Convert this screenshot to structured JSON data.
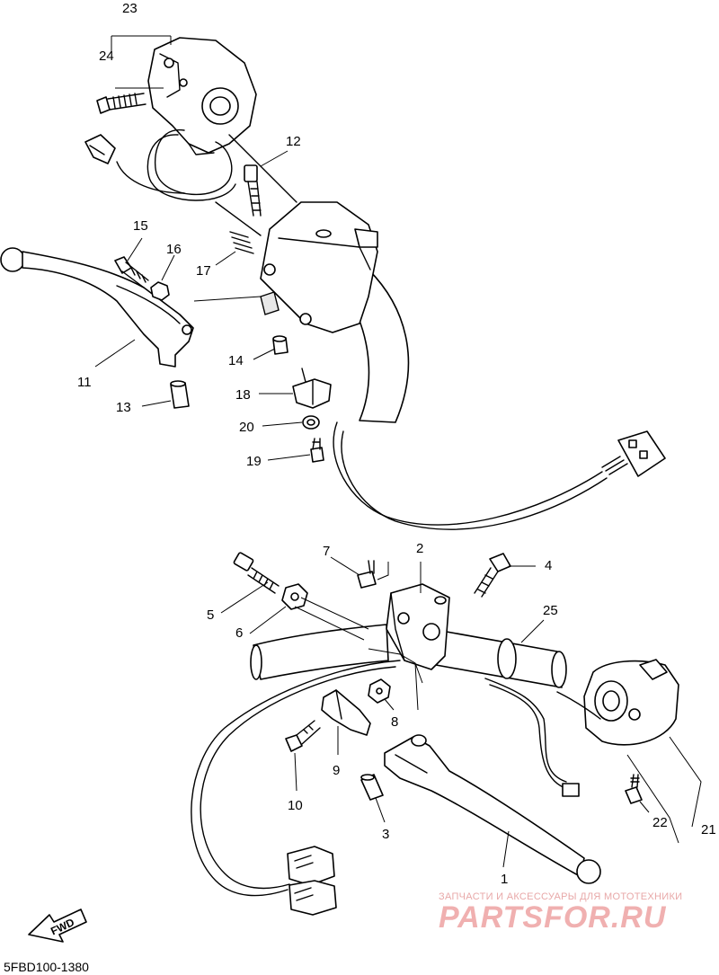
{
  "callouts": {
    "c1": "1",
    "c2": "2",
    "c3": "3",
    "c4": "4",
    "c5": "5",
    "c6": "6",
    "c7": "7",
    "c8": "8",
    "c9": "9",
    "c10": "10",
    "c11": "11",
    "c12": "12",
    "c13": "13",
    "c14": "14",
    "c15": "15",
    "c16": "16",
    "c17": "17",
    "c18": "18",
    "c19": "19",
    "c20": "20",
    "c21": "21",
    "c22": "22",
    "c23": "23",
    "c24": "24",
    "c25": "25"
  },
  "fwd_label": "FWD",
  "diagram_code": "5FBD100-1380",
  "watermark": {
    "tagline": "ЗАПЧАСТИ И АКСЕССУАРЫ ДЛЯ МОТОТЕХНИКИ",
    "brand": "PARTSFOR.RU"
  },
  "colors": {
    "line": "#000000",
    "watermark": "#f0b0b0"
  }
}
